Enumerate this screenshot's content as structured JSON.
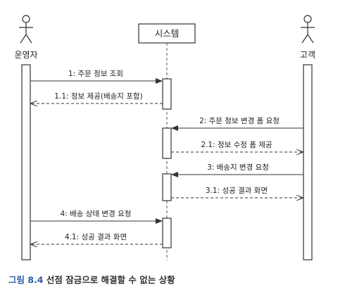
{
  "participants": {
    "operator": "운영자",
    "system": "시스템",
    "customer": "고객"
  },
  "messages": [
    {
      "label": "1: 주문 정보 조회"
    },
    {
      "label": "1.1: 정보 제공(배송지 포함)"
    },
    {
      "label": "2: 주문 정보 변경 폼 요청"
    },
    {
      "label": "2.1: 정보 수정 폼 제공"
    },
    {
      "label": "3: 배송지 변경 요청"
    },
    {
      "label": "3.1: 성공 결과 화면"
    },
    {
      "label": "4: 배송 상태 변경 요청"
    },
    {
      "label": "4.1: 성공 결과 화면"
    }
  ],
  "caption": {
    "number": "그림 8.4",
    "text": " 선점 잠금으로 해결할 수 없는 상황"
  },
  "colors": {
    "line": "#333333",
    "caption_number": "#2d5fa8"
  }
}
